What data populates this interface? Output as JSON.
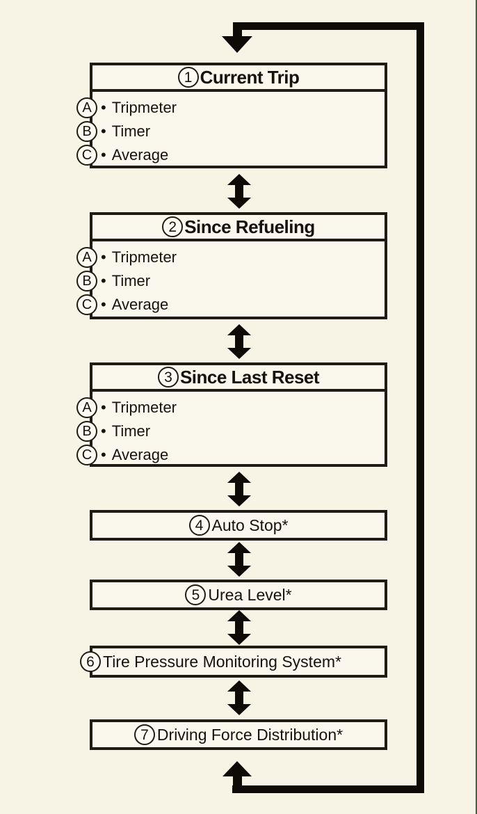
{
  "page": {
    "background_color": "#f8f4e5",
    "box_fill_color": "#faf7ec",
    "line_color": "#0e0b07",
    "edge_line_color": "#47603f"
  },
  "bullet": "•",
  "menu": {
    "boxes": [
      {
        "number": "1",
        "title": "Current Trip",
        "items": [
          {
            "letter": "A",
            "label": "Tripmeter"
          },
          {
            "letter": "B",
            "label": "Timer"
          },
          {
            "letter": "C",
            "label": "Average"
          }
        ]
      },
      {
        "number": "2",
        "title": "Since Refueling",
        "items": [
          {
            "letter": "A",
            "label": "Tripmeter"
          },
          {
            "letter": "B",
            "label": "Timer"
          },
          {
            "letter": "C",
            "label": "Average"
          }
        ]
      },
      {
        "number": "3",
        "title": "Since Last Reset",
        "items": [
          {
            "letter": "A",
            "label": "Tripmeter"
          },
          {
            "letter": "B",
            "label": "Timer"
          },
          {
            "letter": "C",
            "label": "Average"
          }
        ]
      },
      {
        "number": "4",
        "title": "Auto Stop*"
      },
      {
        "number": "5",
        "title": "Urea Level*"
      },
      {
        "number": "6",
        "title": "Tire Pressure Monitoring System*"
      },
      {
        "number": "7",
        "title": "Driving Force Distribution*"
      }
    ]
  }
}
